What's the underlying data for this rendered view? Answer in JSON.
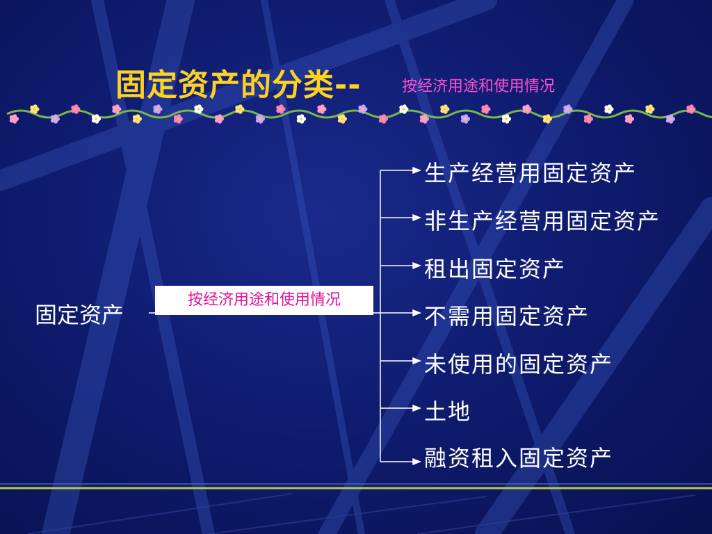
{
  "title": {
    "main": "固定资产的分类--",
    "sub": "按经济用途和使用情况"
  },
  "diagram": {
    "root": "固定资产",
    "edge_label": "按经济用途和使用情况",
    "branches": [
      "生产经营用固定资产",
      "非生产经营用固定资产",
      "租出固定资产",
      "不需用固定资产",
      "未使用的固定资产",
      "土地",
      "融资租入固定资产"
    ]
  },
  "colors": {
    "background": "#0f1c70",
    "title": "#ffd21f",
    "accent_magenta": "#ff4fd1",
    "text": "#ffffff",
    "footer_line": "#b6c84a"
  }
}
